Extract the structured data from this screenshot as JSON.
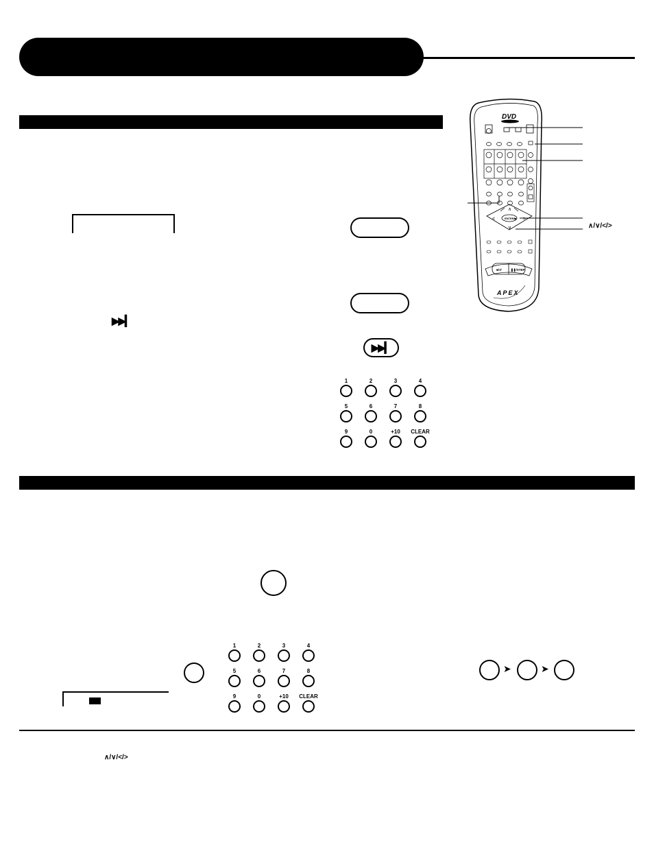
{
  "keypad": {
    "keys": [
      "1",
      "2",
      "3",
      "4",
      "5",
      "6",
      "7",
      "8",
      "9",
      "0",
      "+10",
      "CLEAR"
    ]
  },
  "navigation": {
    "arrows_label": "∧/∨/</>"
  },
  "buttons": {
    "next_symbol": "▶▶▎"
  },
  "remote": {
    "logo": "DVD",
    "brand": "APEX",
    "enter_label": "ENTER/▶",
    "stop_label": "■/↺",
    "pause_label": "❚❚/STEP"
  },
  "sequence": {
    "arrow": "➤"
  }
}
